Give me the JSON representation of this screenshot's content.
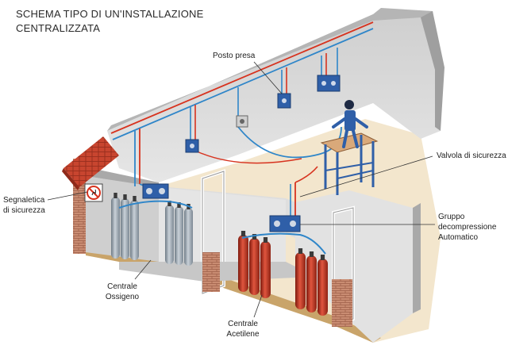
{
  "title": {
    "line1": "SCHEMA TIPO DI UN'INSTALLAZIONE",
    "line2": "CENTRALIZZATA"
  },
  "labels": {
    "posto_presa": "Posto presa",
    "valvola_sicurezza": "Valvola di sicurezza",
    "segnaletica_line1": "Segnaletica",
    "segnaletica_line2": "di sicurezza",
    "gruppo_line1": "Gruppo",
    "gruppo_line2": "decompressione",
    "gruppo_line3": "Automatico",
    "ossigeno_line1": "Centrale",
    "ossigeno_line2": "Ossigeno",
    "acetilene_line1": "Centrale",
    "acetilene_line2": "Acetilene"
  },
  "colors": {
    "wall": "#d9d9d9",
    "wall_dark": "#a8a8a8",
    "floor": "#f1e3c8",
    "floor_strip": "#c9a46a",
    "roof_tile": "#c8452f",
    "brick": "#c4826a",
    "oxygen_cylinder": "#8d9aa6",
    "acetylene_cylinder": "#b8321f",
    "pipe_red": "#d7331f",
    "pipe_blue": "#2f86c9",
    "regulator": "#2f5fa8",
    "leader_line": "#333333"
  },
  "icons": [
    "warning-sign-icon",
    "welder-figure-icon",
    "workbench-icon"
  ]
}
